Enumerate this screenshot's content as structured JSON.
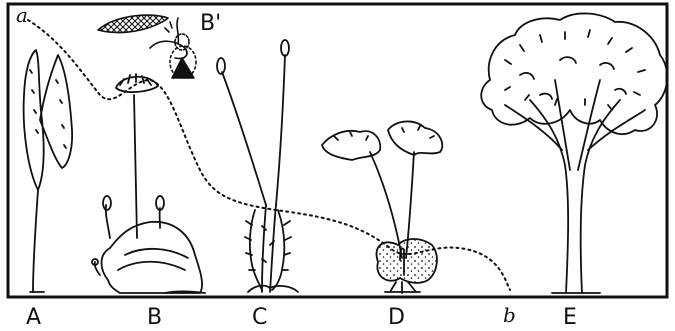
{
  "figure": {
    "labels": {
      "a": "a",
      "b": "b",
      "A": "A",
      "B": "B",
      "B_prime": "B'",
      "C": "C",
      "D": "D",
      "E": "E"
    },
    "colors": {
      "ink": "#111111",
      "background": "#ffffff"
    }
  }
}
